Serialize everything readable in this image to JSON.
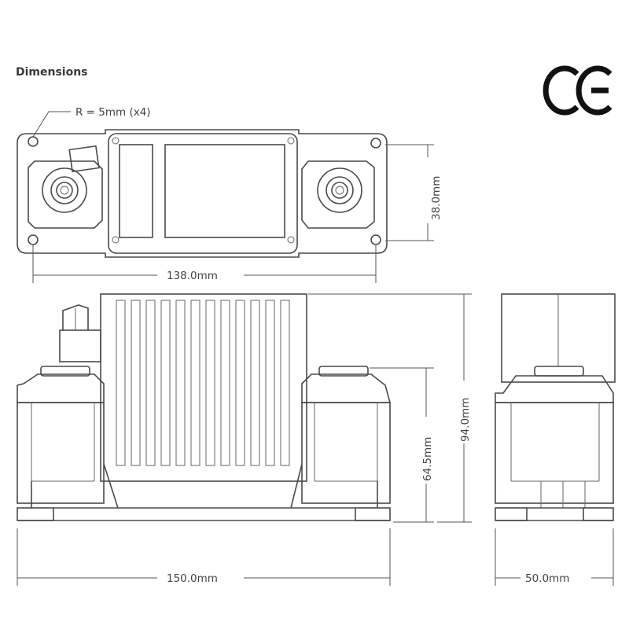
{
  "title": "Dimensions",
  "mark_text": "CE",
  "callout": "R = 5mm (x4)",
  "dims": {
    "top_width": "138.0mm",
    "top_height": "38.0mm",
    "front_width": "150.0mm",
    "front_height": "94.0mm",
    "front_terminal_height": "64.5mm",
    "side_width": "50.0mm"
  }
}
